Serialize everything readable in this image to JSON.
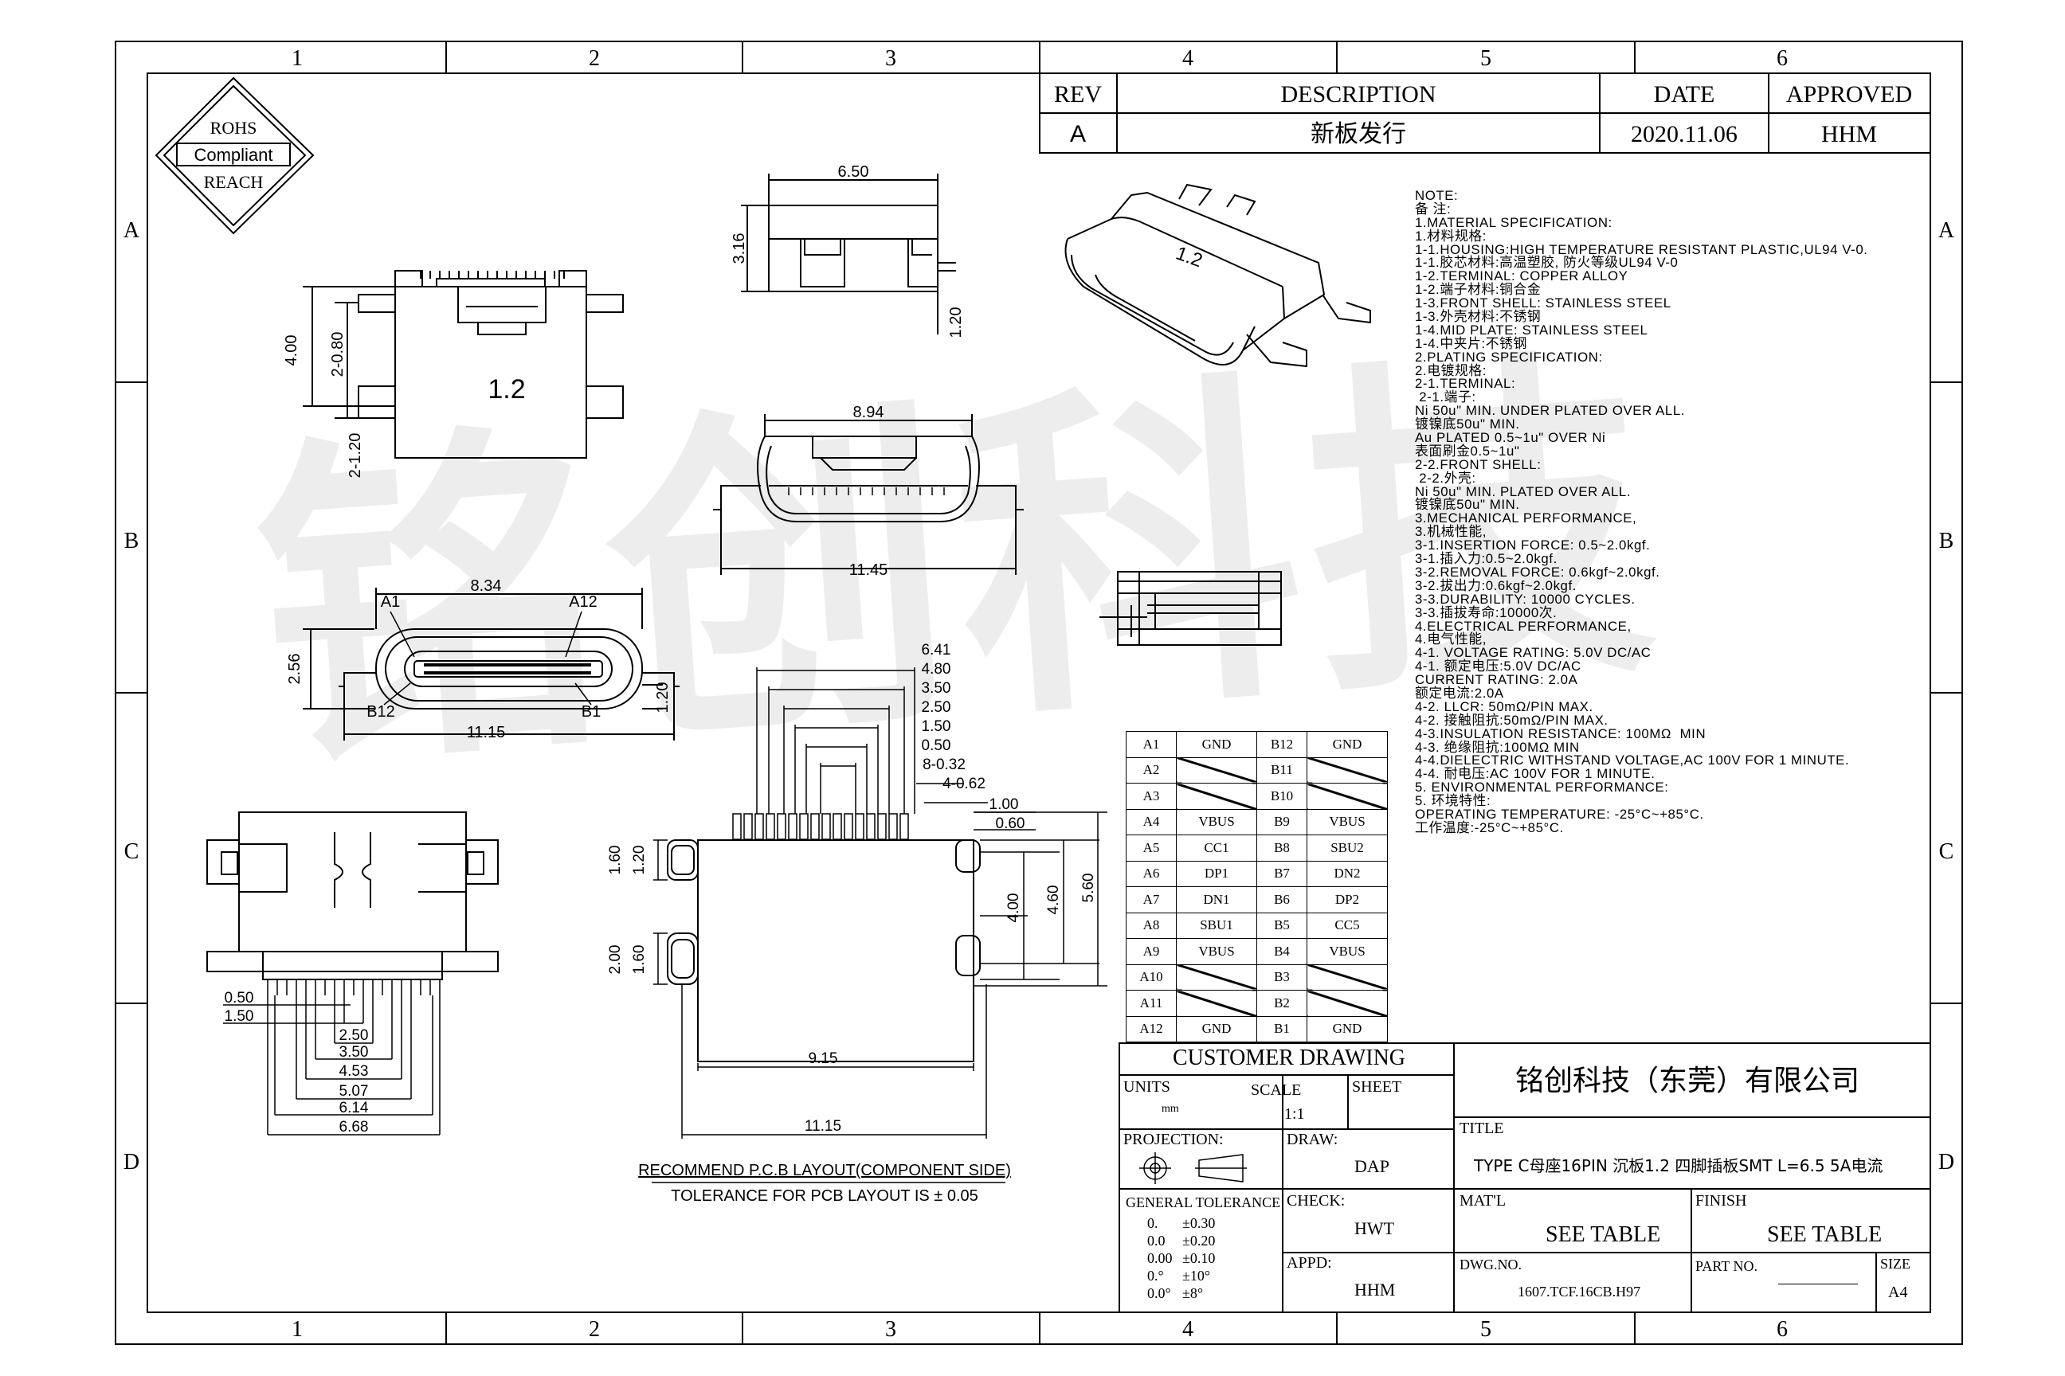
{
  "grid": {
    "columns": [
      "1",
      "2",
      "3",
      "4",
      "5",
      "6"
    ],
    "rows": [
      "A",
      "B",
      "C",
      "D"
    ]
  },
  "stamp": {
    "line1": "ROHS",
    "line2": "Compliant",
    "line3": "REACH"
  },
  "watermark": "铭创科技",
  "revision": {
    "headers": {
      "rev": "REV",
      "description": "DESCRIPTION",
      "date": "DATE",
      "approved": "APPROVED"
    },
    "rev": "A",
    "description": "新板发行",
    "date": "2020.11.06",
    "approved": "HHM"
  },
  "dims": {
    "top_width": "6.50",
    "top_height": "3.16",
    "top_pin": "1.20",
    "front_height": "4.00",
    "front_d1": "2-0.80",
    "front_d2": "2-1.20",
    "front_label": "1.2",
    "side_width": "8.94",
    "side_total": "11.45",
    "face_width": "8.34",
    "face_height": "2.56",
    "face_pin": "1.20",
    "face_total": "11.15",
    "face_a1": "A1",
    "face_a12": "A12",
    "face_b12": "B12",
    "face_b1": "B1",
    "bottom_0_50": "0.50",
    "bottom_1_50": "1.50",
    "bottom_2_50": "2.50",
    "bottom_3_50": "3.50",
    "bottom_4_53": "4.53",
    "bottom_5_07": "5.07",
    "bottom_6_14": "6.14",
    "bottom_6_68": "6.68",
    "pcb_6_41": "6.41",
    "pcb_4_80": "4.80",
    "pcb_3_50": "3.50",
    "pcb_2_50": "2.50",
    "pcb_1_50": "1.50",
    "pcb_0_50": "0.50",
    "pcb_8_032": "8-0.32",
    "pcb_4_062": "4-0.62",
    "pcb_1_00": "1.00",
    "pcb_0_60": "0.60",
    "pcb_4_00": "4.00",
    "pcb_4_60": "4.60",
    "pcb_5_60": "5.60",
    "pcb_1_60a": "1.60",
    "pcb_1_20": "1.20",
    "pcb_2_00": "2.00",
    "pcb_1_60b": "1.60",
    "pcb_9_15": "9.15",
    "pcb_11_15": "11.15"
  },
  "pcb_title": "RECOMMEND P.C.B LAYOUT(COMPONENT SIDE)",
  "pcb_tolerance": "TOLERANCE FOR PCB LAYOUT IS ± 0.05",
  "iso_label": "1.2",
  "notes": [
    "NOTE:",
    "备 注:",
    "1.MATERIAL SPECIFICATION:",
    "1.材料规格:",
    "1-1.HOUSING:HIGH TEMPERATURE RESISTANT PLASTIC,UL94 V-0.",
    "1-1.胶芯材料:高温塑胶, 防火等级UL94 V-0",
    "1-2.TERMINAL: COPPER ALLOY",
    "1-2.端子材料:铜合金",
    "1-3.FRONT SHELL: STAINLESS STEEL",
    "1-3.外壳材料:不锈钢",
    "1-4.MID PLATE: STAINLESS STEEL",
    "1-4.中夹片:不锈钢",
    "2.PLATING SPECIFICATION:",
    "2.电镀规格:",
    "2-1.TERMINAL:",
    " 2-1.端子:",
    "Ni 50u\" MIN. UNDER PLATED OVER ALL.",
    "镀镍底50u\" MIN.",
    "Au PLATED 0.5~1u\" OVER Ni",
    "表面刷金0.5~1u\"",
    "2-2.FRONT SHELL:",
    " 2-2.外壳:",
    "Ni 50u\" MIN. PLATED OVER ALL.",
    "镀镍底50u\" MIN.",
    "3.MECHANICAL PERFORMANCE,",
    "3.机械性能,",
    "3-1.INSERTION FORCE: 0.5~2.0kgf.",
    "3-1.插入力:0.5~2.0kgf.",
    "3-2.REMOVAL FORCE: 0.6kgf~2.0kgf.",
    "3-2.拔出力:0.6kgf~2.0kgf.",
    "3-3.DURABILITY: 10000 CYCLES.",
    "3-3.插拔寿命:10000次.",
    "4.ELECTRICAL PERFORMANCE,",
    "4.电气性能,",
    "4-1. VOLTAGE RATING: 5.0V DC/AC",
    "4-1. 额定电压:5.0V DC/AC",
    "CURRENT RATING: 2.0A",
    "额定电流:2.0A",
    "4-2. LLCR: 50mΩ/PIN MAX.",
    "4-2. 接触阻抗:50mΩ/PIN MAX.",
    "4-3.INSULATION RESISTANCE: 100MΩ  MIN",
    "4-3. 绝缘阻抗:100MΩ MIN",
    "4-4.DIELECTRIC WITHSTAND VOLTAGE,AC 100V FOR 1 MINUTE.",
    "4-4. 耐电压:AC 100V FOR 1 MINUTE.",
    "5. ENVIRONMENTAL PERFORMANCE:",
    "5. 环境特性:",
    "OPERATING TEMPERATURE: -25°C~+85°C.",
    "工作温度:-25°C~+85°C."
  ],
  "pin_table": [
    [
      "A1",
      "GND",
      "B12",
      "GND"
    ],
    [
      "A2",
      "",
      "B11",
      ""
    ],
    [
      "A3",
      "",
      "B10",
      ""
    ],
    [
      "A4",
      "VBUS",
      "B9",
      "VBUS"
    ],
    [
      "A5",
      "CC1",
      "B8",
      "SBU2"
    ],
    [
      "A6",
      "DP1",
      "B7",
      "DN2"
    ],
    [
      "A7",
      "DN1",
      "B6",
      "DP2"
    ],
    [
      "A8",
      "SBU1",
      "B5",
      "CC5"
    ],
    [
      "A9",
      "VBUS",
      "B4",
      "VBUS"
    ],
    [
      "A10",
      "",
      "B3",
      ""
    ],
    [
      "A11",
      "",
      "B2",
      ""
    ],
    [
      "A12",
      "GND",
      "B1",
      "GND"
    ]
  ],
  "title_block": {
    "customer_drawing": "CUSTOMER DRAWING",
    "units_label": "UNITS",
    "units_value": "mm",
    "scale_label": "SCALE",
    "scale_value": "1:1",
    "sheet_label": "SHEET",
    "projection_label": "PROJECTION:",
    "draw_label": "DRAW:",
    "draw_value": "DAP",
    "check_label": "CHECK:",
    "check_value": "HWT",
    "appd_label": "APPD:",
    "appd_value": "HHM",
    "general_tolerance": "GENERAL TOLERANCE",
    "tol": [
      [
        "0.",
        "±0.30"
      ],
      [
        "0.0",
        "±0.20"
      ],
      [
        "0.00",
        "±0.10"
      ],
      [
        "0.°",
        "±10°"
      ],
      [
        "0.0°",
        "±8°"
      ]
    ],
    "company": "铭创科技（东莞）有限公司",
    "title_label": "TITLE",
    "title_value": "TYPE C母座16PIN 沉板1.2 四脚插板SMT L=6.5 5A电流",
    "mat_label": "MAT'L",
    "mat_value": "SEE TABLE",
    "finish_label": "FINISH",
    "finish_value": "SEE TABLE",
    "dwg_label": "DWG.NO.",
    "dwg_value": "1607.TCF.16CB.H97",
    "part_label": "PART NO.",
    "size_label": "SIZE",
    "size_value": "A4"
  }
}
